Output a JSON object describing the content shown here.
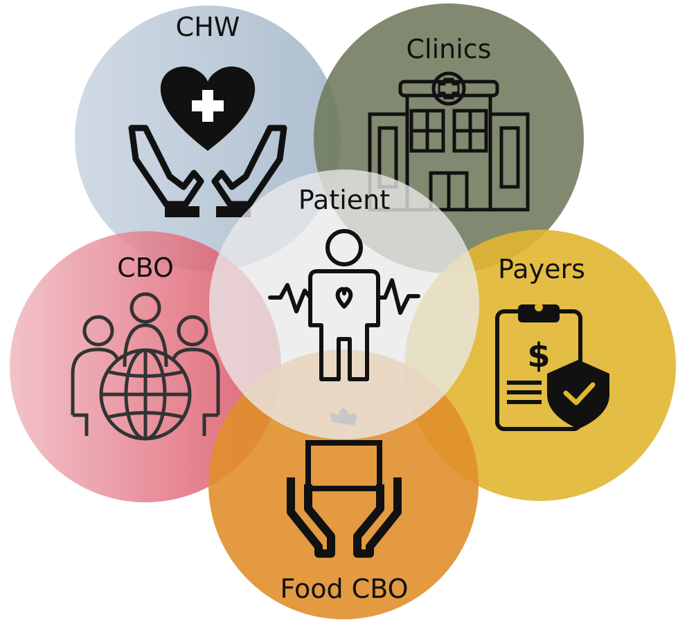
{
  "diagram": {
    "nodes": [
      {
        "id": "chw",
        "label": "CHW",
        "icon": "hands-heart-cross-icon",
        "color": "#9fb3c8"
      },
      {
        "id": "clinics",
        "label": "Clinics",
        "icon": "hospital-building-icon",
        "color": "#6f7a5c"
      },
      {
        "id": "cbo",
        "label": "CBO",
        "icon": "community-globe-icon",
        "color": "#e05a6a"
      },
      {
        "id": "payers",
        "label": "Payers",
        "icon": "clipboard-dollar-shield-icon",
        "color": "#e0b630"
      },
      {
        "id": "food_cbo",
        "label": "Food CBO",
        "icon": "hands-food-box-icon",
        "color": "#e08f2c"
      },
      {
        "id": "patient",
        "label": "Patient",
        "icon": "person-heartbeat-icon",
        "color": "#e6e6e6"
      }
    ]
  }
}
